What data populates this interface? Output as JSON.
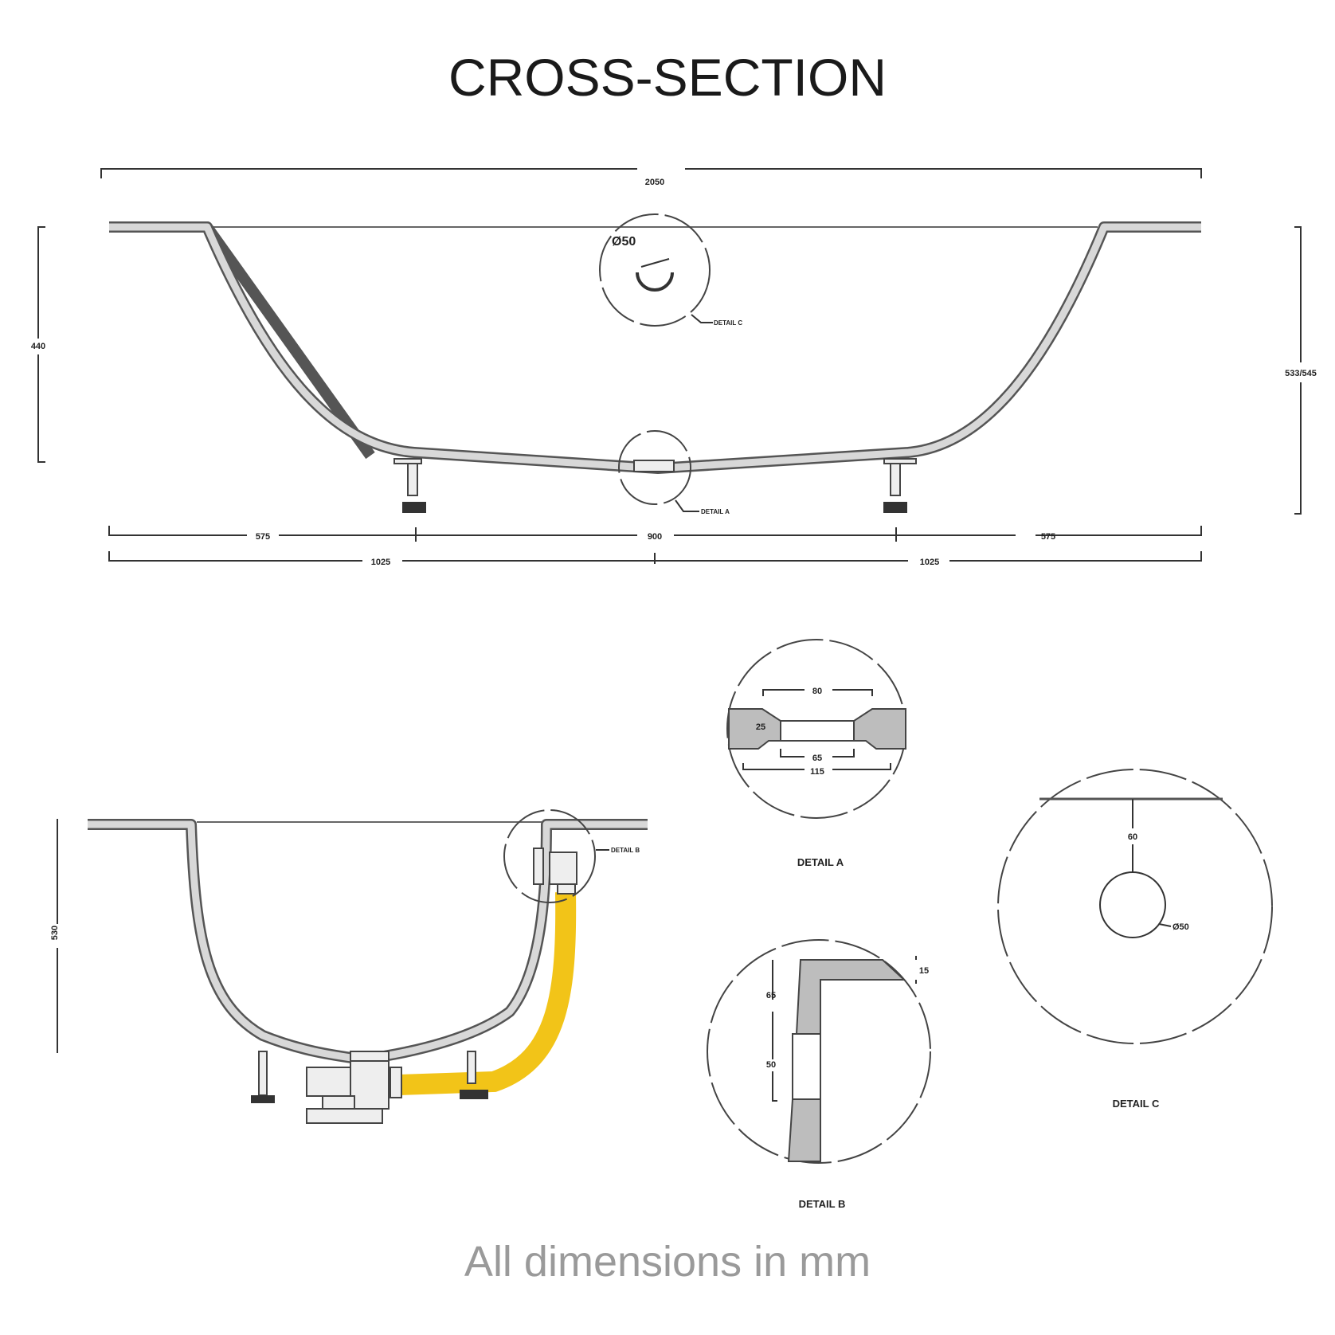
{
  "title": "CROSS-SECTION",
  "footer": "All dimensions in mm",
  "long_section": {
    "overall_length": "2050",
    "inner_depth": "440",
    "overall_height": "533/545",
    "foot_spacing": [
      "575",
      "900",
      "575"
    ],
    "half_lengths": [
      "1025",
      "1025"
    ],
    "overflow_diameter": "Ø50",
    "callout_c": "DETAIL C",
    "callout_a": "DETAIL A"
  },
  "cross_section": {
    "height": "530",
    "callout_b": "DETAIL B",
    "hose_color": "#f2c418"
  },
  "detail_a": {
    "label": "DETAIL A",
    "top_width": "80",
    "thickness": "25",
    "inner_width": "65",
    "outer_width": "115"
  },
  "detail_b": {
    "label": "DETAIL B",
    "rim_thickness": "15",
    "upper_segment": "65",
    "lower_segment": "50"
  },
  "detail_c": {
    "label": "DETAIL C",
    "offset": "60",
    "diameter": "Ø50"
  }
}
